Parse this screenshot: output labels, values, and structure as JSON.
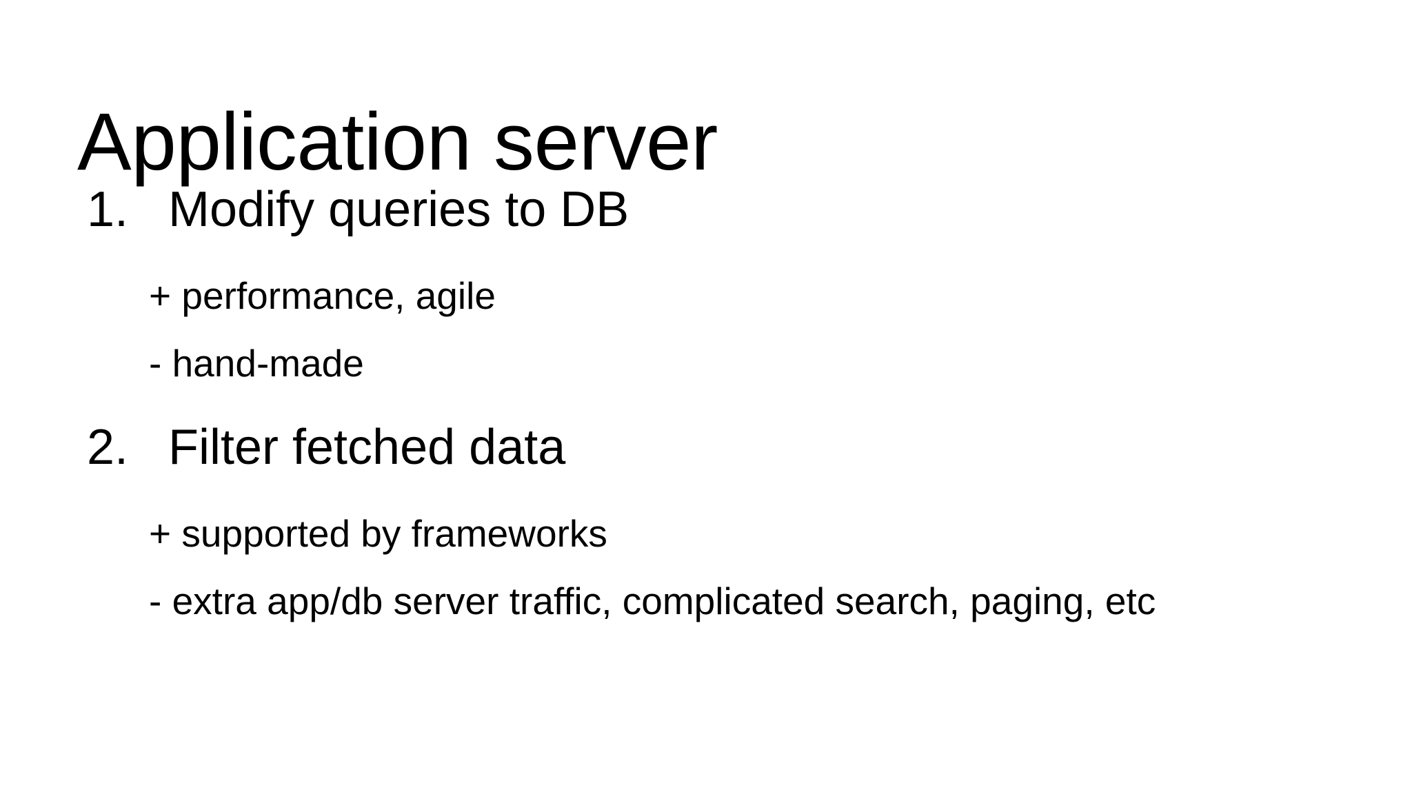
{
  "slide": {
    "title": "Application server",
    "background_color": "#ffffff",
    "text_color": "#000000",
    "items": [
      {
        "marker": "1.",
        "text": "Modify queries to DB",
        "sub_items": [
          {
            "sign": "+",
            "text": "performance, agile"
          },
          {
            "sign": "-",
            "text": "hand-made"
          }
        ]
      },
      {
        "marker": "2.",
        "text": "Filter fetched data",
        "sub_items": [
          {
            "sign": "+",
            "text": "supported by frameworks"
          },
          {
            "sign": "-",
            "text": "extra app/db server traffic, complicated search, paging, etc"
          }
        ]
      }
    ],
    "sub_lines": [
      "+ performance, agile",
      "- hand-made",
      "+ supported by frameworks",
      "- extra app/db server traffic, complicated search, paging, etc"
    ]
  }
}
